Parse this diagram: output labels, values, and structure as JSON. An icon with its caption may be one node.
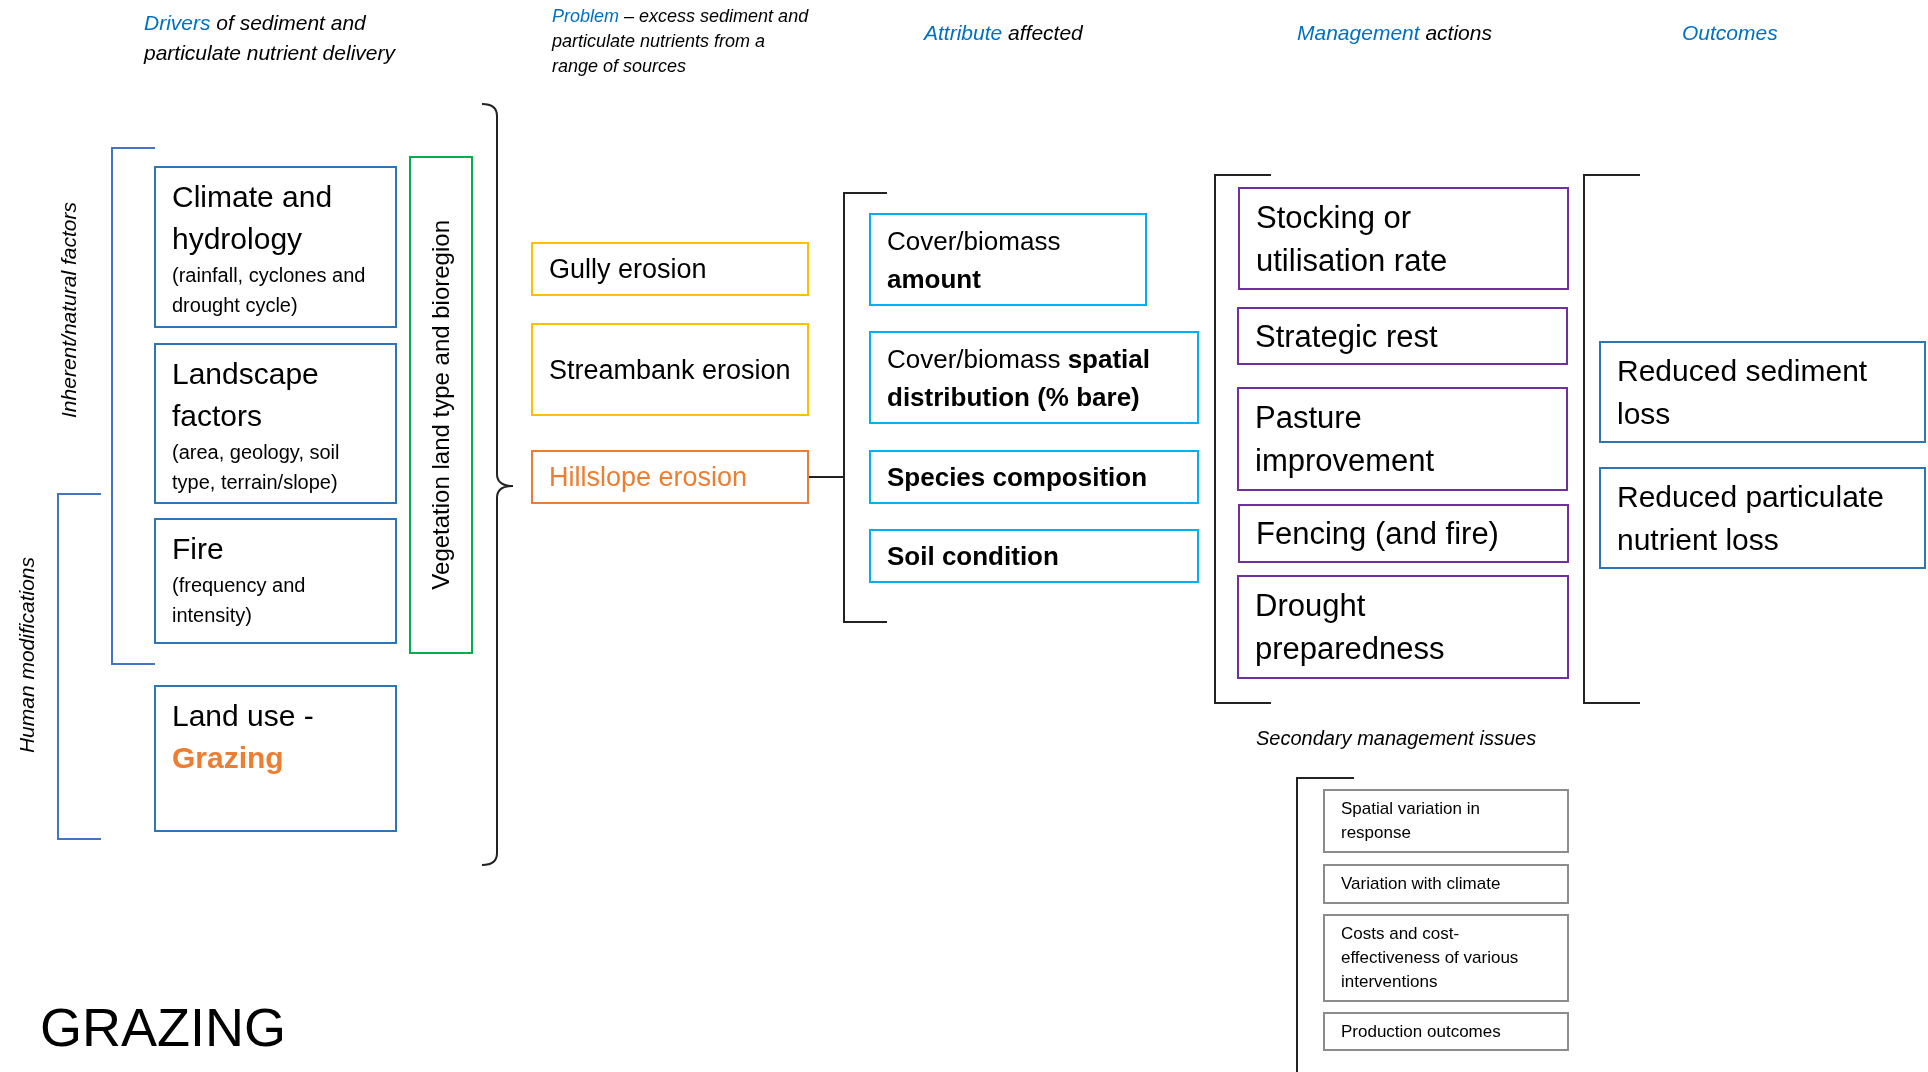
{
  "diagram": {
    "title": "GRAZING",
    "nodes": [
      {
        "text": [
          "Climate and hydrology",
          "(rainfall, cyclones and drought cycle)"
        ]
      },
      {
        "text": [
          "Landscape factors",
          "(area, geology, soil type, terrain/slope)"
        ]
      },
      {
        "text": [
          "Fire",
          "(frequency and intensity)"
        ]
      },
      {
        "text": [
          "Land use -",
          "Grazing"
        ]
      },
      {
        "text": [
          "Vegetation land type and bioregion"
        ]
      },
      {
        "text": [
          "Gully erosion"
        ]
      },
      {
        "text": [
          "Streambank erosion"
        ]
      },
      {
        "text": [
          "Hillslope erosion"
        ]
      },
      {
        "text": [
          "Cover/biomass **amount**"
        ]
      },
      {
        "text": [
          "Cover/biomass **spatial distribution (% bare)**"
        ]
      },
      {
        "text": [
          "Species composition"
        ]
      },
      {
        "text": [
          "Soil condition"
        ]
      },
      {
        "text": [
          "Stocking or utilisation rate"
        ]
      },
      {
        "text": [
          "Strategic rest"
        ]
      },
      {
        "text": [
          "Pasture improvement"
        ]
      },
      {
        "text": [
          "Fencing (and fire)"
        ]
      },
      {
        "text": [
          "Drought preparedness"
        ]
      },
      {
        "text": [
          "Reduced sediment loss"
        ]
      },
      {
        "text": [
          "Reduced particulate nutrient loss"
        ]
      },
      {
        "text": [
          "Spatial variation in response"
        ]
      },
      {
        "text": [
          "Variation with climate"
        ]
      },
      {
        "text": [
          "Costs and cost-effectiveness of various interventions"
        ]
      },
      {
        "text": [
          "Production outcomes"
        ]
      }
    ],
    "labels": [
      "Drivers",
      "of sediment and particulate nutrient delivery",
      "Problem",
      "– excess sediment and particulate nutrients from a range of sources",
      "Attribute",
      "affected",
      "Management",
      "actions",
      "Outcomes",
      "Inherent/natural factors",
      "Human modifications",
      "Secondary management issues"
    ]
  }
}
